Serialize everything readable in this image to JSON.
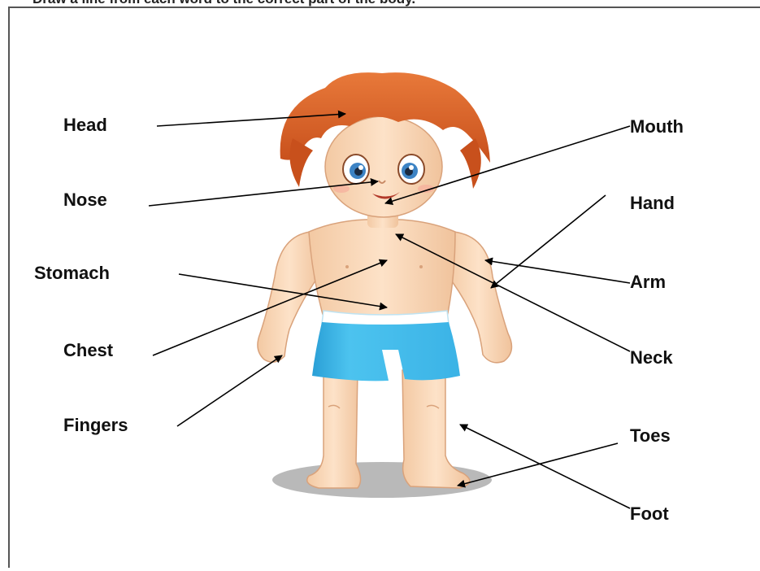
{
  "instruction": "Draw a line from each word to the correct part of the body.",
  "labels": {
    "head": "Head",
    "nose": "Nose",
    "stomach": "Stomach",
    "chest": "Chest",
    "fingers": "Fingers",
    "mouth": "Mouth",
    "hand": "Hand",
    "arm": "Arm",
    "neck": "Neck",
    "toes": "Toes",
    "foot": "Foot"
  }
}
